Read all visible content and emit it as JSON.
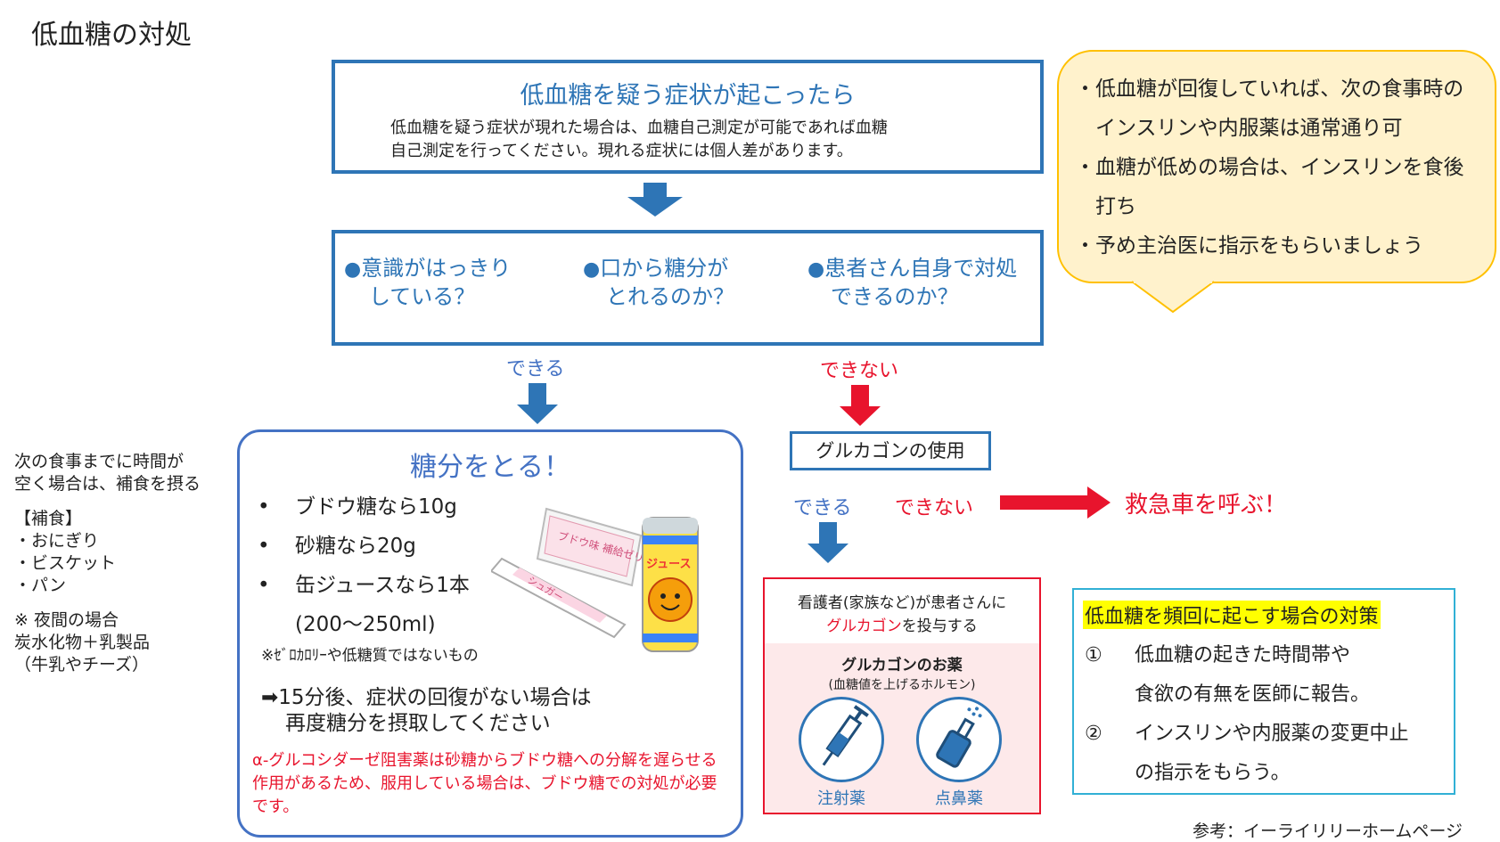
{
  "page_title": "低血糖の対処",
  "step1": {
    "heading": "低血糖を疑う症状が起こったら",
    "body_line1": "低血糖を疑う症状が現れた場合は、血糖自己測定が可能であれば血糖",
    "body_line2": "自己測定を行ってください。現れる症状には個人差があります。"
  },
  "step2": {
    "q1_line1": "意識がはっきり",
    "q1_line2": "している？",
    "q2_line1": "口から糖分が",
    "q2_line2": "とれるのか？",
    "q3_line1": "患者さん自身で対処",
    "q3_line2": "できるのか？"
  },
  "branch": {
    "can": "できる",
    "cannot": "できない",
    "can2": "できる",
    "cannot2": "できない"
  },
  "sugar_box": {
    "heading": "糖分をとる！",
    "items": [
      "ブドウ糖なら10g",
      "砂糖なら20g",
      "缶ジュースなら1本",
      "(200～250ml)"
    ],
    "bullet": "•",
    "note": "※ｾﾞﾛｶﾛﾘｰや低糖質ではないもの",
    "recheck_line1": "➡15分後、症状の回復がない場合は",
    "recheck_line2": "再度糖分を摂取してください",
    "warning": "α-グルコシダーゼ阻害薬は砂糖からブドウ糖への分解を遅らせる作用があるため、服用している場合は、ブドウ糖での対処が必要です。",
    "illustration_labels": {
      "packet": "ブドウ味 補給ゼリー",
      "stick": "シュガー",
      "can": "ジュース"
    }
  },
  "glucagon": {
    "label": "グルカゴンの使用",
    "ambulance": "救急車を呼ぶ！",
    "card_line1": "看護者(家族など)が患者さんに",
    "card_line2_red": "グルカゴン",
    "card_line2_rest": "を投与する",
    "card_title": "グルカゴンのお薬",
    "card_subtitle": "(血糖値を上げるホルモン)",
    "injection": "注射薬",
    "nasal": "点鼻薬"
  },
  "side_note": {
    "line1": "次の食事までに時間が",
    "line2": "空く場合は、補食を摂る",
    "snack_title": "【補食】",
    "snacks": [
      "・おにぎり",
      "・ビスケット",
      "・パン"
    ],
    "night_title": "※ 夜間の場合",
    "night_line1": "炭水化物＋乳製品",
    "night_line2": "（牛乳やチーズ）"
  },
  "bubble": {
    "lines": [
      "・低血糖が回復していれば、次の食事時の",
      "　インスリンや内服薬は通常通り可",
      "・血糖が低めの場合は、インスリンを食後",
      "　打ち",
      "・予め主治医に指示をもらいましょう"
    ]
  },
  "frequent": {
    "heading": "低血糖を頻回に起こす場合の対策",
    "n1": "①",
    "item1_line1": "低血糖の起きた時間帯や",
    "item1_line2": "食欲の有無を医師に報告。",
    "n2": "②",
    "item2_line1": "インスリンや内服薬の変更中止",
    "item2_line2": "の指示をもらう。"
  },
  "reference": "参考：イーライリリーホームページ",
  "colors": {
    "blue": "#2e75b6",
    "red": "#e8142d",
    "bubble_fill": "#fff2cc",
    "highlight": "#ffff00"
  }
}
